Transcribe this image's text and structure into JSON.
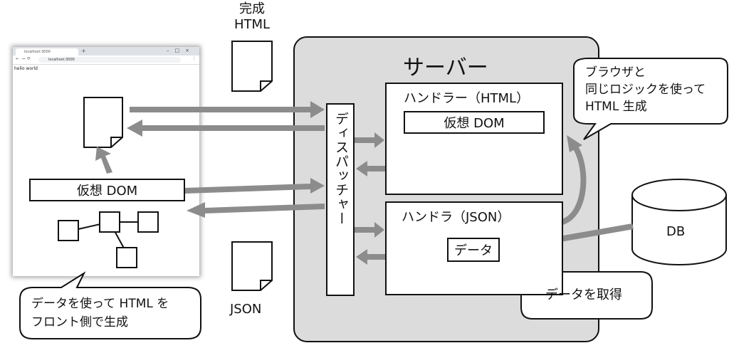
{
  "browser": {
    "tab_title": "localhost:3000",
    "url": "localhost:3000",
    "page_text": "hello world"
  },
  "labels": {
    "complete_html": "完成\nHTML",
    "json_doc": "JSON",
    "server": "サーバー",
    "dispatcher": "ディスパッチャー",
    "handler_html": "ハンドラー（HTML）",
    "virtual_dom_server": "仮想 DOM",
    "handler_json": "ハンドラ（JSON）",
    "data_box": "データ",
    "virtual_dom_client": "仮想 DOM",
    "db": "DB"
  },
  "bubbles": {
    "browser_same_logic": "ブラウザと\n同じロジックを使って\nHTML 生成",
    "get_data": "データを取得",
    "front_generate": "データを使って HTML を\nフロント側で生成"
  },
  "colors": {
    "server_bg": "#dcdcdc",
    "arrow": "#8c8c8c",
    "outline": "#111111"
  }
}
